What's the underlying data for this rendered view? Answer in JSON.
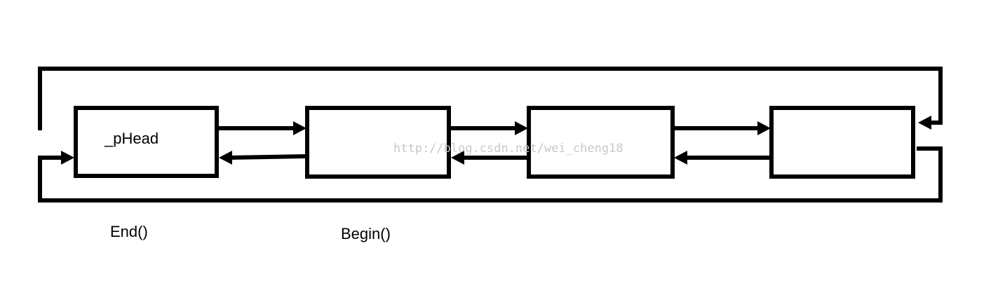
{
  "diagram": {
    "nodes": [
      {
        "id": "node-1",
        "label": "_pHead"
      },
      {
        "id": "node-2",
        "label": ""
      },
      {
        "id": "node-3",
        "label": ""
      },
      {
        "id": "node-4",
        "label": ""
      }
    ],
    "annotations": {
      "end": "End()",
      "begin": "Begin()"
    },
    "watermark": "http://blog.csdn.net/wei_cheng18",
    "colors": {
      "stroke": "#000000",
      "background": "#ffffff",
      "watermark": "#c9c9c9"
    }
  }
}
